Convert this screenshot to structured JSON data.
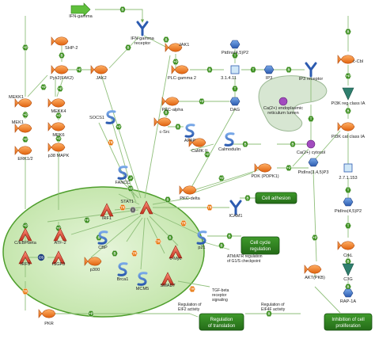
{
  "nodes": {
    "ifn_gamma": "IFN-gamma",
    "ifn_gamma_receptor": "IFN-gamma\nreceptor",
    "shp2": "SHP-2",
    "pyk2": "Pyk2(FAK2)",
    "jak2": "JAK2",
    "jak1": "JAK1",
    "plc_gamma2": "PLC-gamma 2",
    "ptdins45p2_top": "PtdIns(4,5)P2",
    "ec_3_1_4_11": "3.1.4.11",
    "ip3": "IP3",
    "ip3_receptor": "IP3 receptor",
    "c_cbl": "c-Cbl",
    "mekk1": "MEKK1",
    "mek1": "MEK1",
    "erk12": "ERK1/2",
    "mekk4": "MEKK4",
    "mek6": "MEK6",
    "p38_mapk": "p38 MAPK",
    "socs1": "SOCS1",
    "pkc_alpha": "PKC-alpha",
    "c_src": "c-Src",
    "afap": "AFAP",
    "dag": "DAG",
    "ca_er": "Ca(2+) endoplasmic\nreticulum lumen",
    "ca_cytosol": "Ca(2+) cytosol",
    "calmodulin": "Calmodulin",
    "camk2": "CaMK II",
    "pi3k_reg_1a": "PI3K reg class IA",
    "pi3k_cat_1a": "PI3K cat class IA",
    "fancc": "FANCC",
    "pkc_delta": "PKC-delta",
    "pdk_pdpk1": "PDK (PDPK1)",
    "ptdins345p3": "PtdIns(3,4,5)P3",
    "ec_2_7_1_153": "2.7.1.153",
    "ptdins45p2_right": "PtdIns(4,5)P2",
    "irf1": "IRF1",
    "stat1": "STAT1",
    "icam1": "ICAM1",
    "cebp_beta": "C/EBPbeta",
    "atf2": "ATF-2",
    "cbp": "CBP",
    "p300": "p300",
    "p21": "p21",
    "irf9": "IRF9",
    "isgf3": "ISGF3",
    "brca1": "Brca1",
    "mcm5": "MCM5",
    "smad7": "SMAD7",
    "c_myc": "c-Myc",
    "akt_pkb": "AKT(PKB)",
    "crkl": "CrkL",
    "c3g": "C3G",
    "rap1a": "RAP-1A",
    "pkr": "PKR",
    "atm_atr": "ATM/ATR regulation\nof G1/S checkpoint",
    "tgf_beta_signaling": "TGF-beta\nreceptor\nsignaling",
    "regulation_eif2": "Regulation of\nEIF2 activity",
    "regulation_eif4f": "Regulation of\nEIF4F activity",
    "cs_badge": "CS"
  },
  "processes": {
    "cell_adhesion": "Cell adhesion",
    "cell_cycle_regulation": "Cell cycle\nregulation",
    "regulation_of_translation": "Regulation\nof translation",
    "inhibition_of_cell_proliferation": "Inhibition of cell\nproliferation"
  },
  "edge_markers": {
    "binding": "B",
    "phosphorylation": "+P",
    "transcription_regulation": "TR",
    "transformation": "T",
    "dephosphorylation": "-P",
    "cleavage": "C",
    "inhibition": "I"
  },
  "colors": {
    "protein_orange": "#f07a1e",
    "receptor_blue": "#3a6fc0",
    "marker_green": "#3b8e1e",
    "marker_orange": "#e8760d",
    "marker_purple": "#8a2a9e",
    "nucleus_fill": "#c9e8b4",
    "nucleus_stroke": "#4e9e2c",
    "process_fill": "#2f7d22",
    "edge_green": "#8fbf7a",
    "er_fill": "#d7e6d2"
  }
}
